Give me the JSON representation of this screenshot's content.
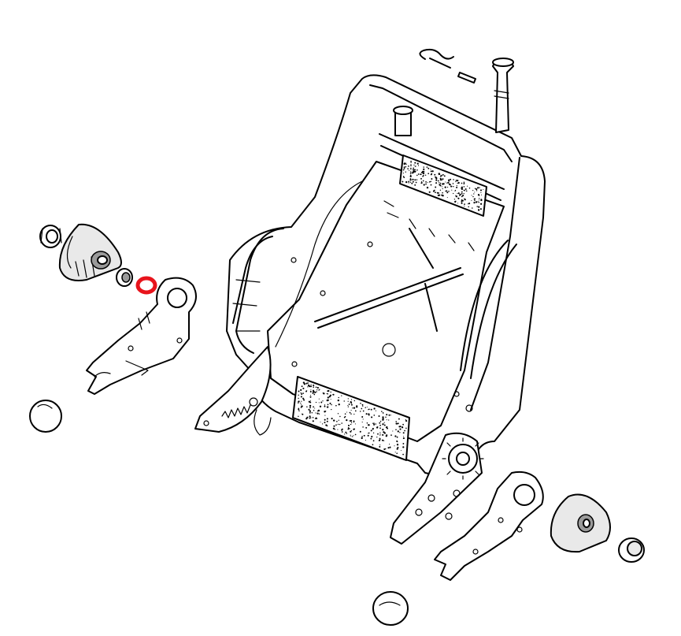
{
  "diagram": {
    "highlight_color": "#e8141c",
    "parts": [
      {
        "id": "seat-back-frame"
      },
      {
        "id": "left-cap-nut"
      },
      {
        "id": "left-trim-cover"
      },
      {
        "id": "left-washer"
      },
      {
        "id": "left-sealing-ring",
        "highlighted": true
      },
      {
        "id": "left-hinge-bracket"
      },
      {
        "id": "left-round-cap"
      },
      {
        "id": "right-hinge-bracket"
      },
      {
        "id": "right-trim-cover"
      },
      {
        "id": "right-round-cap"
      },
      {
        "id": "bottom-round-cap"
      },
      {
        "id": "headrest-guide"
      },
      {
        "id": "spring-clip"
      },
      {
        "id": "pin"
      },
      {
        "id": "tension-spring"
      }
    ]
  }
}
